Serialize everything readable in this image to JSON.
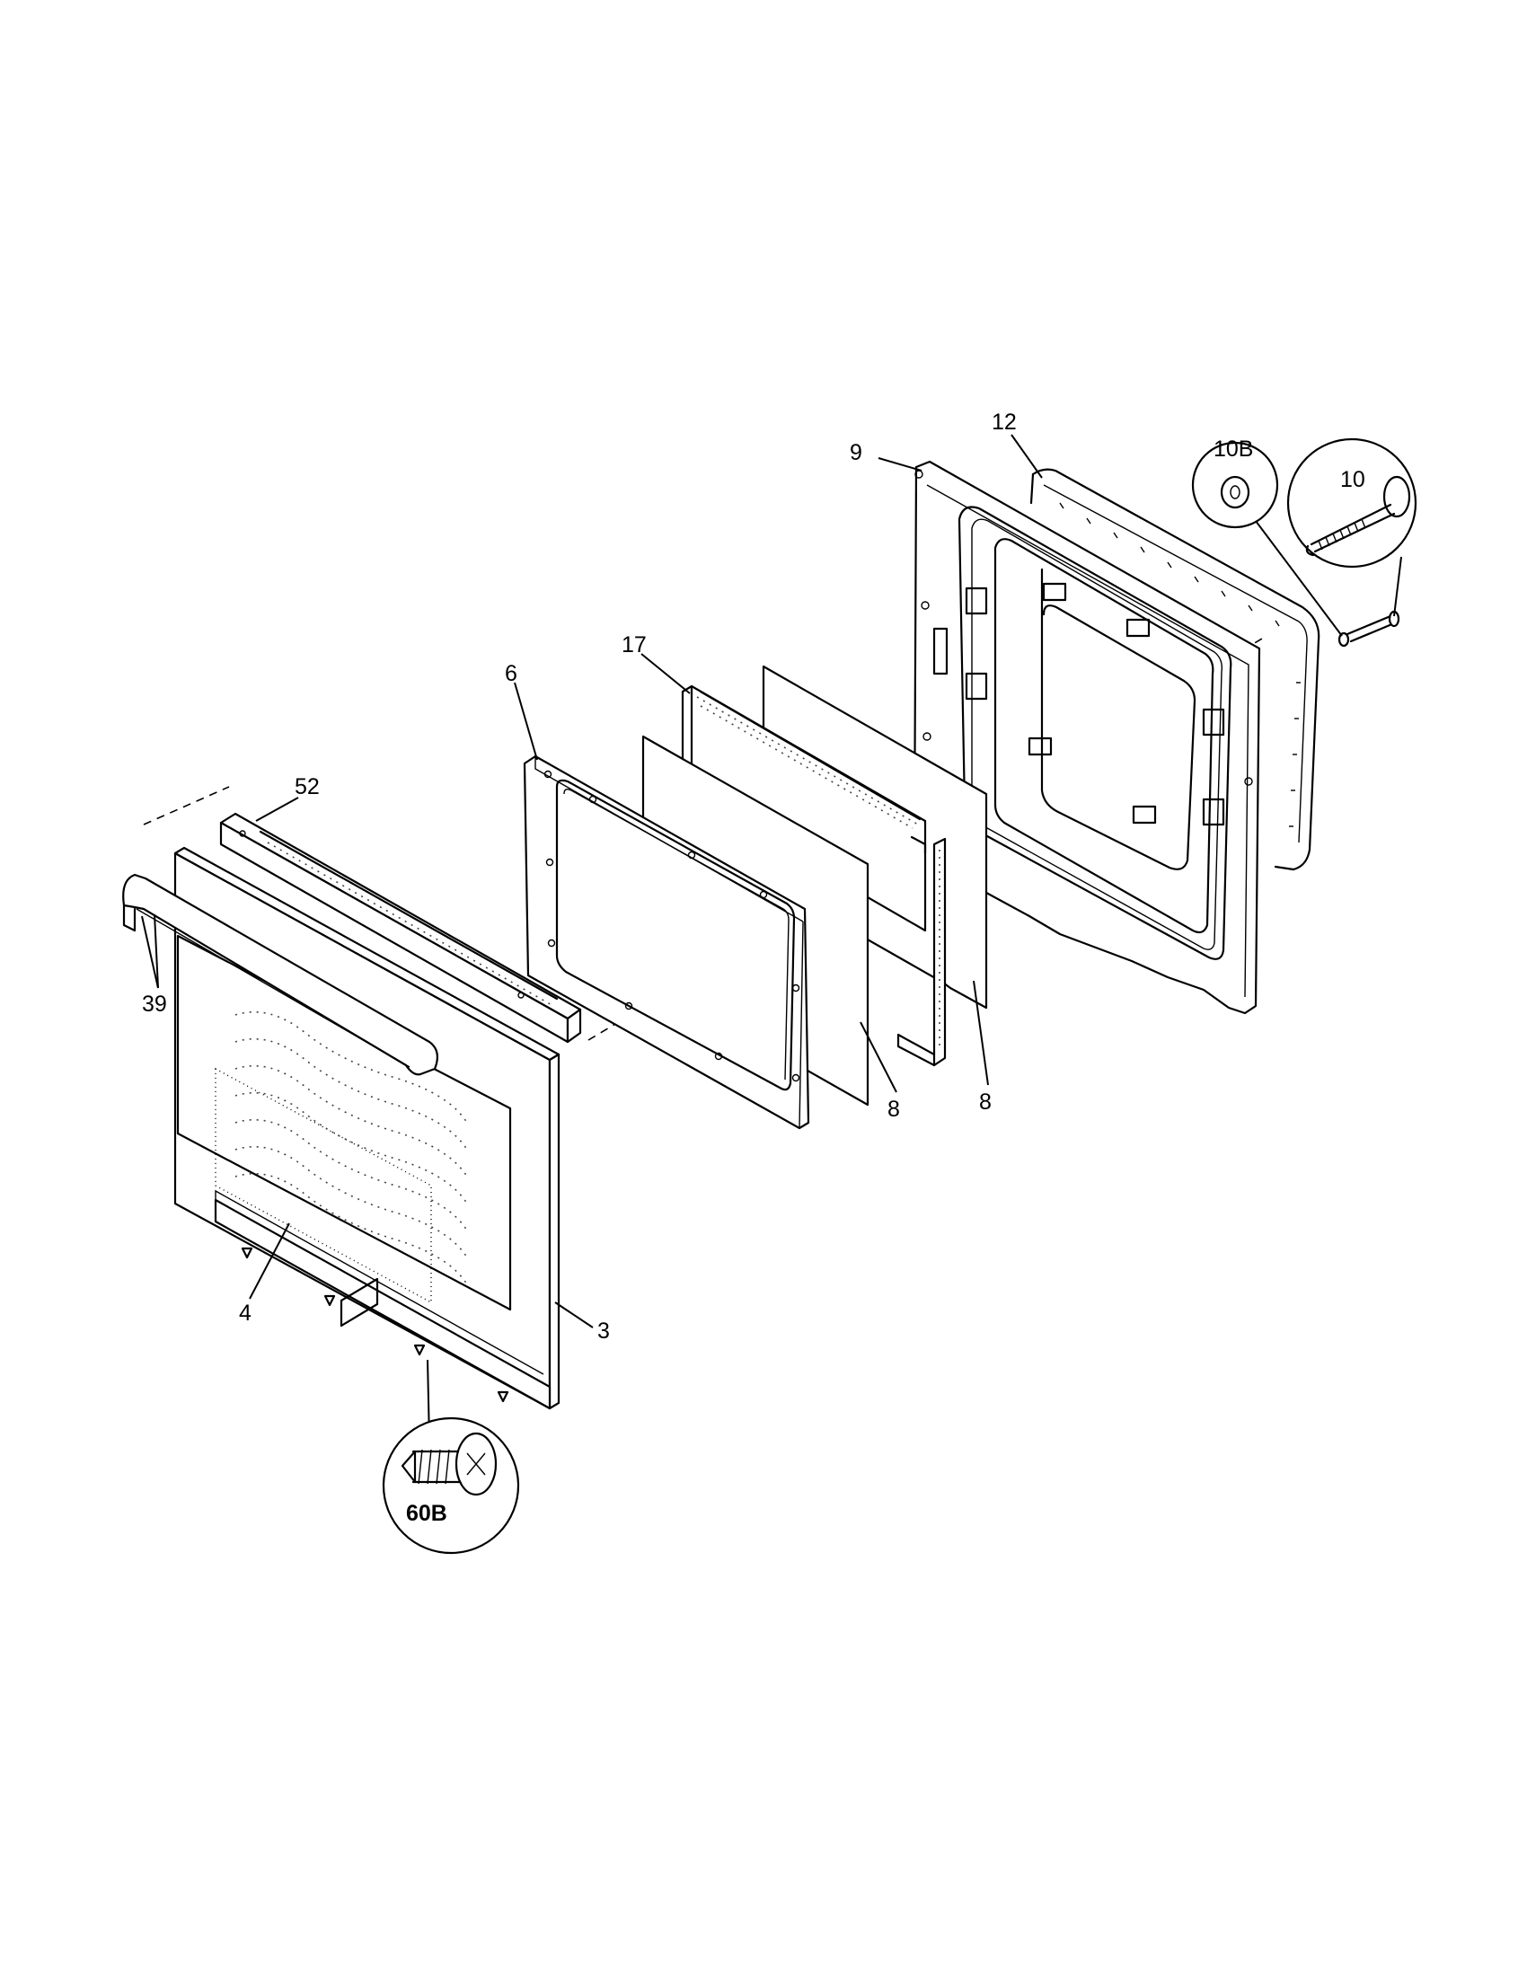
{
  "callouts": {
    "c9": "9",
    "c12": "12",
    "c10B": "10B",
    "c10": "10",
    "c17": "17",
    "c6": "6",
    "c52": "52",
    "c39": "39",
    "c8a": "8",
    "c8b": "8",
    "c4": "4",
    "c3": "3",
    "c60B": "60B"
  }
}
